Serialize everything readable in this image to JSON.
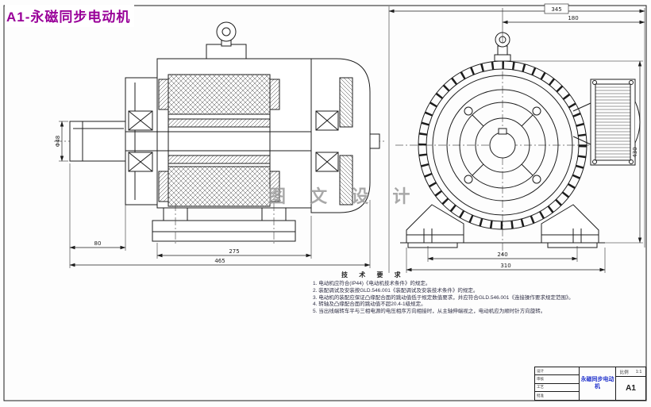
{
  "meta": {
    "background": "#fdfdfd",
    "line_color": "#1c1c1c",
    "title_purple": "#990099",
    "watermark_gray": "#9a9a9a",
    "name_blue": "#2233cc"
  },
  "header": {
    "title": "A1-永磁同步电动机"
  },
  "watermark": {
    "text": "图 文 设 计"
  },
  "tech": {
    "heading": "技 术 要 求",
    "items": [
      "1. 电动机应符合(IP44)《电动机技术条件》的规定。",
      "2. 装配调试及安装按GLD.546.001《装配调试及安装技术条件》的规定。",
      "3. 电动机的装配应保证凸缘配合面的跳动值低于规定数值要求，并应符合GLD.546.001《连接操作要求规定范围》。",
      "4. 转轴及凸缘配合面的跳动值不超20.4-1级规定。",
      "5. 当出线端转车平与三相电源的电压相序方向相接时，从主轴伸端视之，电动机应为顺时针方向旋转。"
    ]
  },
  "dims": {
    "lv_shaft_len": "80",
    "lv_frame_len": "275",
    "lv_total_len": "465",
    "lv_shaft_dia": "Φ48",
    "rv_top_total": "345",
    "rv_top_half": "180",
    "rv_bolt_span": "240",
    "rv_base_width": "310",
    "rv_height": "430"
  },
  "title_block": {
    "rows": [
      "设计",
      "审核",
      "工艺",
      "批准"
    ],
    "name": "永磁同步电动机",
    "scale_label": "比例",
    "scale": "1:1",
    "code": "A1"
  }
}
